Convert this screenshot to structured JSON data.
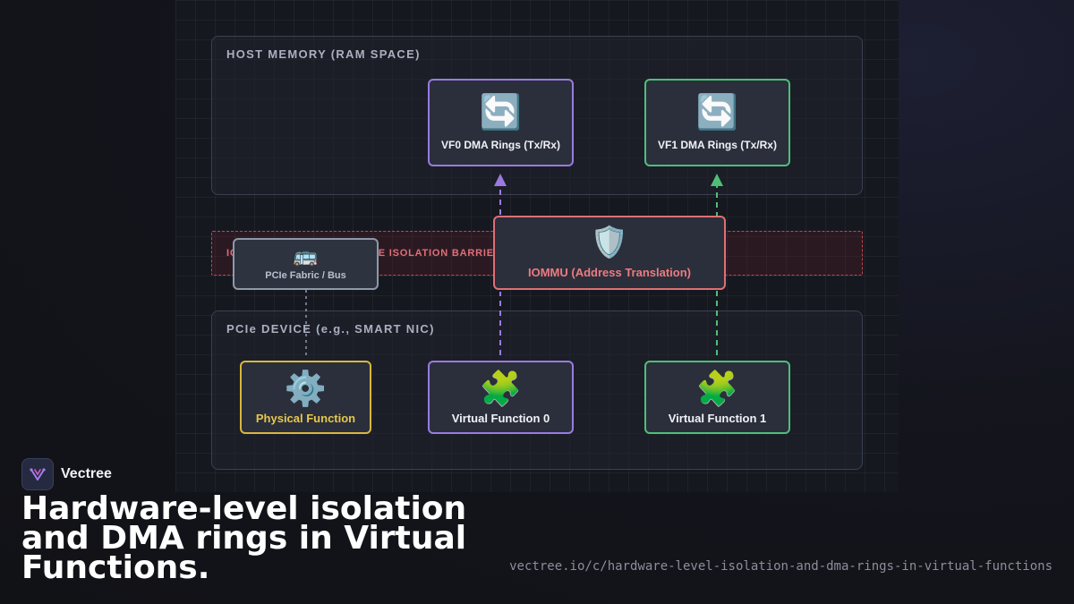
{
  "diagram": {
    "zones": {
      "host_memory": "HOST MEMORY (RAM SPACE)",
      "pcie_device": "PCIe DEVICE (e.g., SMART NIC)",
      "barrier": "IOMMU DOMAIN / HARDWARE ISOLATION BARRIER"
    },
    "nodes": {
      "vf0_rings": {
        "icon": "🔄",
        "label": "VF0 DMA Rings (Tx/Rx)",
        "color": "#9a7ae0"
      },
      "vf1_rings": {
        "icon": "🔄",
        "label": "VF1 DMA Rings (Tx/Rx)",
        "color": "#4fbf78"
      },
      "iommu": {
        "icon": "🛡️",
        "label": "IOMMU (Address Translation)",
        "color": "#e06f74"
      },
      "pcie_fabric": {
        "icon": "🚌",
        "label": "PCIe Fabric / Bus",
        "color": "#8e99aa"
      },
      "physical_function": {
        "icon": "⚙️",
        "label": "Physical Function",
        "color": "#d9b73e"
      },
      "virtual_function_0": {
        "icon": "🧩",
        "label": "Virtual Function 0",
        "color": "#9a7ae0"
      },
      "virtual_function_1": {
        "icon": "🧩",
        "label": "Virtual Function 1",
        "color": "#4fbf78"
      }
    }
  },
  "brand": {
    "name": "Vectree"
  },
  "headline": "Hardware-level isolation and DMA rings in Virtual Functions.",
  "url": "vectree.io/c/hardware-level-isolation-and-dma-rings-in-virtual-functions"
}
